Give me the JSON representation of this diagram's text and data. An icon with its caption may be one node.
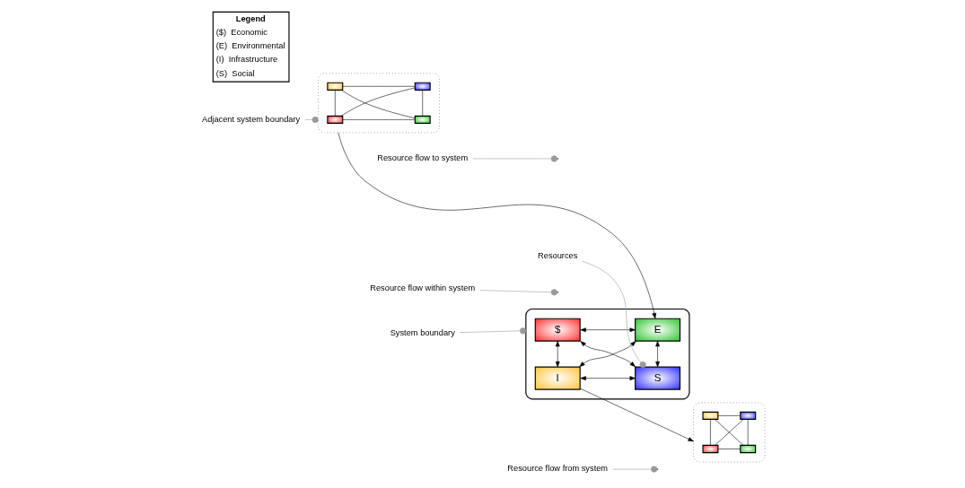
{
  "diagram": {
    "nodes": [
      {
        "text": [
          "Adjacent system boundary"
        ]
      },
      {
        "text": [],
        "shape": "ellipse"
      },
      {
        "text": [],
        "shape": "box",
        "in": 1
      },
      {
        "text": [],
        "shape": "box",
        "in": 1
      },
      {
        "text": [],
        "shape": "box",
        "in": 1
      },
      {
        "text": [],
        "shape": "box",
        "in": 1
      },
      {
        "text": [
          "System boundary"
        ]
      },
      {
        "text": [],
        "shape": "ellipse"
      },
      {
        "text": [
          "$"
        ],
        "in": 7
      },
      {
        "text": [
          "E"
        ],
        "in": 7
      },
      {
        "text": [
          "I"
        ],
        "in": 7
      },
      {
        "text": [
          "S"
        ],
        "in": 7
      },
      {
        "text": [
          "Resource flow to system"
        ]
      },
      {
        "text": [
          "Resource flow from system"
        ]
      },
      {
        "text": [
          "Resources"
        ]
      },
      {
        "text": [],
        "shape": "ellipse"
      },
      {
        "text": [],
        "shape": "box",
        "in": 15
      },
      {
        "text": [],
        "shape": "box",
        "in": 15
      },
      {
        "text": [],
        "shape": "box",
        "in": 15
      },
      {
        "text": [],
        "shape": "box",
        "in": 15
      },
      {
        "text": [
          "Resource flow within system"
        ]
      }
    ],
    "edges": [
      {
        "from": 0,
        "to": 1,
        "arrow": "other",
        "color": "#999999"
      },
      {
        "from": 2,
        "to": 3,
        "arrow": "none"
      },
      {
        "from": 2,
        "to": 4,
        "arrow": "none"
      },
      {
        "from": 3,
        "to": 5,
        "arrow": "none"
      },
      {
        "from": 4,
        "to": 5,
        "arrow": "none"
      },
      {
        "from": 2,
        "to": 5,
        "arrow": "none"
      },
      {
        "from": 3,
        "to": 4,
        "arrow": "none"
      },
      {
        "from": 1,
        "to": 9,
        "arrow": "to"
      },
      {
        "from": 12,
        "to": null,
        "arrow": "other",
        "color": "#999999"
      },
      {
        "from": 6,
        "to": 7,
        "arrow": "other",
        "color": "#999999"
      },
      {
        "from": 8,
        "to": 9,
        "arrow": "both"
      },
      {
        "from": 8,
        "to": 10,
        "arrow": "both"
      },
      {
        "from": 8,
        "to": 11,
        "arrow": "both"
      },
      {
        "from": 10,
        "to": 9,
        "arrow": "both"
      },
      {
        "from": 9,
        "to": 11,
        "arrow": "both"
      },
      {
        "from": 10,
        "to": 11,
        "arrow": "both"
      },
      {
        "from": 14,
        "to": 11,
        "arrow": "other",
        "color": "#999999"
      },
      {
        "from": 10,
        "to": 15,
        "arrow": "to"
      },
      {
        "from": 13,
        "to": null,
        "arrow": "other",
        "color": "#999999"
      },
      {
        "from": 16,
        "to": 17,
        "arrow": "none"
      },
      {
        "from": 16,
        "to": 18,
        "arrow": "none"
      },
      {
        "from": 17,
        "to": 19,
        "arrow": "none"
      },
      {
        "from": 18,
        "to": 19,
        "arrow": "none"
      },
      {
        "from": 16,
        "to": 19,
        "arrow": "none"
      },
      {
        "from": 17,
        "to": 18,
        "arrow": "none"
      },
      {
        "from": 20,
        "to": null,
        "arrow": "other",
        "color": "#999999"
      }
    ],
    "labels": [
      "Legend"
    ],
    "legend": [
      {
        "text": "($)  Economic"
      },
      {
        "text": "(E)  Environmental"
      },
      {
        "text": "(I)  Infrastructure"
      },
      {
        "text": "(S)  Social"
      }
    ]
  }
}
